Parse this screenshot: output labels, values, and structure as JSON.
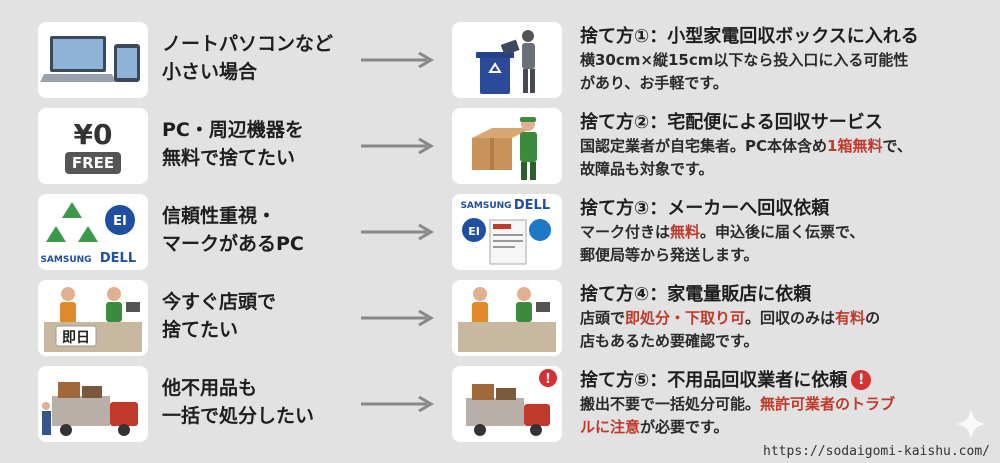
{
  "rows": [
    {
      "situation": [
        "ノートパソコンなど",
        "小さい場合"
      ],
      "method_title": "捨て方①：小型家電回収ボックスに入れる",
      "desc": [
        [
          {
            "t": "横30cm×縦15cm以下なら投入口に入る可能性"
          }
        ],
        [
          {
            "t": "があり、お手軽です。"
          }
        ]
      ],
      "left_icon": "laptop-tablet-icon",
      "right_icon": "recycle-bin-person-icon"
    },
    {
      "situation": [
        "PC・周辺機器を",
        "無料で捨てたい"
      ],
      "method_title": "捨て方②：宅配便による回収サービス",
      "desc": [
        [
          {
            "t": "国認定業者が自宅集者。PC本体含め"
          },
          {
            "t": "1箱無料",
            "hl": true
          },
          {
            "t": "で、"
          }
        ],
        [
          {
            "t": "故障品も対象です。"
          }
        ]
      ],
      "left_icon": "yen-free-icon",
      "left_text": {
        "price": "¥0",
        "badge": "FREE"
      },
      "right_icon": "delivery-box-person-icon"
    },
    {
      "situation": [
        "信頼性重視・",
        "マークがあるPC"
      ],
      "method_title": "捨て方③：メーカーへ回収依頼",
      "desc": [
        [
          {
            "t": "マーク付きは"
          },
          {
            "t": "無料",
            "hl": true
          },
          {
            "t": "。申込後に届く伝票で、"
          }
        ],
        [
          {
            "t": "郵便局等から発送します。"
          }
        ]
      ],
      "left_icon": "recycle-marks-icon",
      "left_text": {
        "brand1": "SAMSUNG",
        "brand2": "DELL"
      },
      "right_icon": "manufacturer-slip-icon",
      "right_text": {
        "brand1": "SAMSUNG",
        "brand2": "DELL"
      }
    },
    {
      "situation": [
        "今すぐ店頭で",
        "捨てたい"
      ],
      "method_title": "捨て方④：家電量販店に依頼",
      "desc": [
        [
          {
            "t": "店頭で"
          },
          {
            "t": "即処分・下取り可",
            "hl": true
          },
          {
            "t": "。回収のみは"
          },
          {
            "t": "有料",
            "hl": true
          },
          {
            "t": "の"
          }
        ],
        [
          {
            "t": "店もあるため要確認です。"
          }
        ]
      ],
      "left_icon": "store-counter-icon",
      "left_text": {
        "badge": "即日"
      },
      "right_icon": "store-counter-icon"
    },
    {
      "situation": [
        "他不用品も",
        "一括で処分したい"
      ],
      "method_title": "捨て方⑤：不用品回収業者に依頼",
      "method_warn": "!",
      "desc": [
        [
          {
            "t": "搬出不要で一括処分可能。"
          },
          {
            "t": "無許可業者のトラブ",
            "hl": true
          }
        ],
        [
          {
            "t": "ルに注意",
            "hl": true
          },
          {
            "t": "が必要です。"
          }
        ]
      ],
      "left_icon": "truck-workers-icon",
      "right_icon": "truck-workers-warning-icon"
    }
  ],
  "footer": {
    "url": "https://sodaigomi-kaishu.com/"
  },
  "colors": {
    "background": "#e2e2e2",
    "card": "#ffffff",
    "highlight": "#c0392b",
    "arrow": "#888888",
    "warning": "#d63031"
  }
}
